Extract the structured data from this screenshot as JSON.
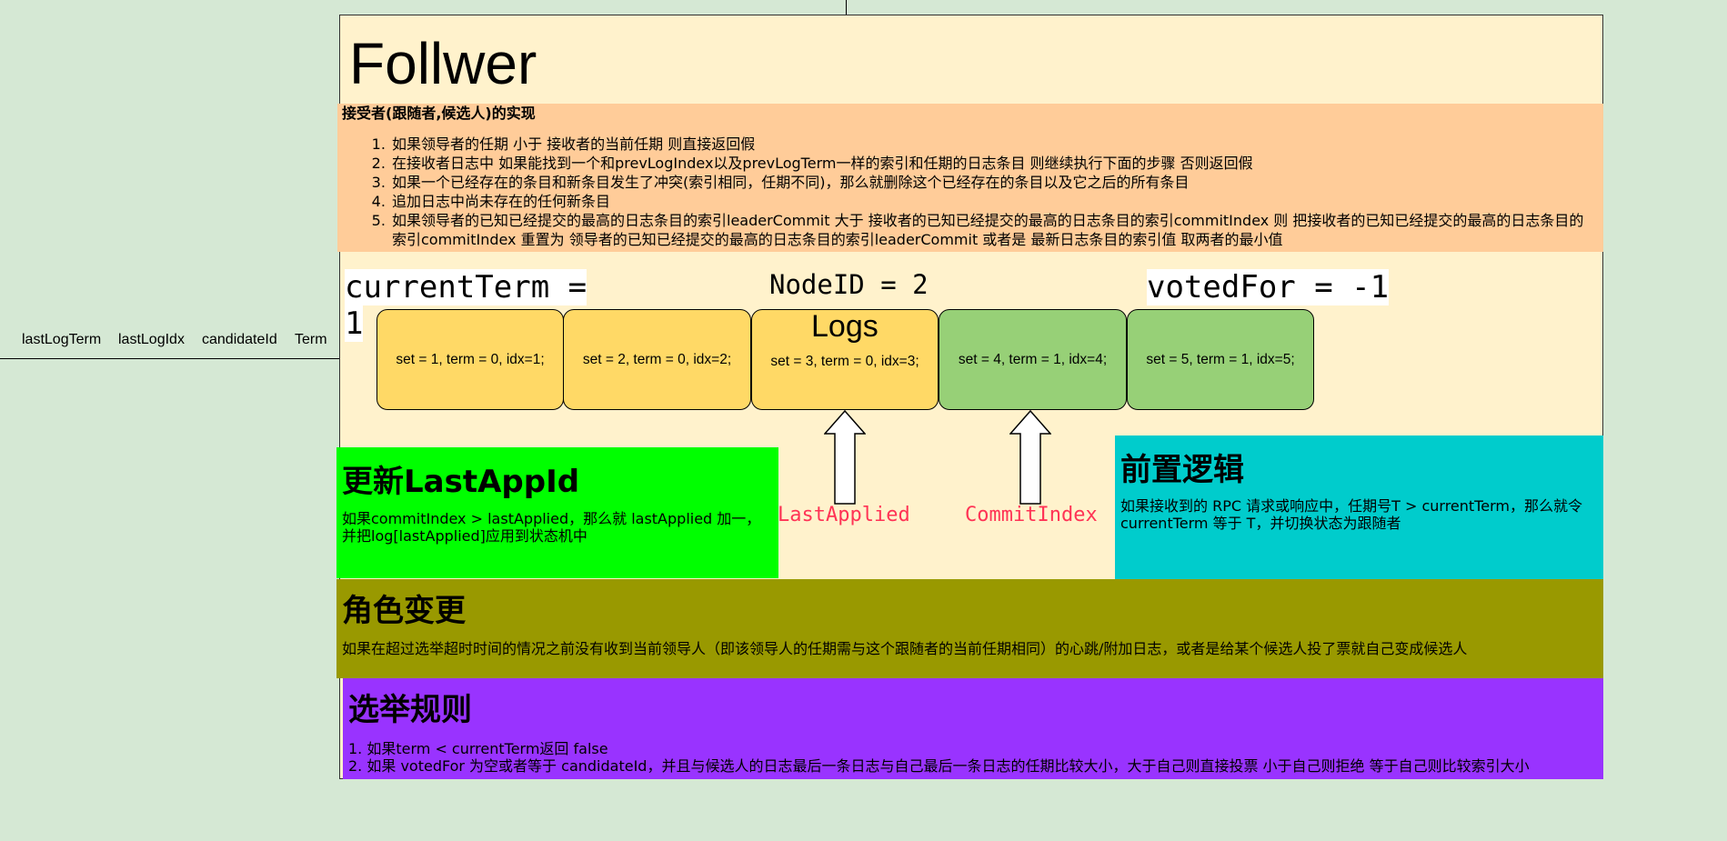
{
  "params": [
    "lastLogTerm",
    "lastLogIdx",
    "candidateId",
    "Term"
  ],
  "title": "Follwer",
  "rules": {
    "heading": "接受者(跟随者,候选人)的实现",
    "items": [
      "如果领导者的任期 小于 接收者的当前任期 则直接返回假",
      "在接收者日志中 如果能找到一个和prevLogIndex以及prevLogTerm一样的索引和任期的日志条目 则继续执行下面的步骤 否则返回假",
      "如果一个已经存在的条目和新条目发生了冲突(索引相同，任期不同)，那么就删除这个已经存在的条目以及它之后的所有条目",
      "追加日志中尚未存在的任何新条目",
      "如果领导者的已知已经提交的最高的日志条目的索引leaderCommit 大于 接收者的已知已经提交的最高的日志条目的索引commitIndex 则 把接收者的已知已经提交的最高的日志条目的索引commitIndex 重置为 领导者的已知已经提交的最高的日志条目的索引leaderCommit 或者是 最新日志条目的索引值 取两者的最小值"
    ]
  },
  "state": {
    "current_term": "currentTerm = ",
    "current_term_value": "1",
    "node_id": "NodeID = 2",
    "voted_for": "votedFor =  -1"
  },
  "logs": {
    "title": "Logs",
    "entries": [
      {
        "text": "set = 1, term = 0, idx=1;",
        "color": "#ffd966"
      },
      {
        "text": "set = 2, term = 0, idx=2;",
        "color": "#ffd966"
      },
      {
        "text": "set = 3, term = 0, idx=3;",
        "color": "#ffd966"
      },
      {
        "text": "set = 4, term = 1, idx=4;",
        "color": "#97d077"
      },
      {
        "text": "set = 5, term = 1, idx=5;",
        "color": "#97d077"
      }
    ]
  },
  "pointers": {
    "last_applied": "LastApplied",
    "commit_index": "CommitIndex"
  },
  "update_last_applied": {
    "heading": "更新LastAppId",
    "text": "如果commitIndex > lastApplied，那么就 lastApplied 加一，并把log[lastApplied]应用到状态机中"
  },
  "precondition": {
    "heading": "前置逻辑",
    "text": "如果接收到的 RPC 请求或响应中，任期号T > currentTerm，那么就令 currentTerm 等于 T，并切换状态为跟随者"
  },
  "role_change": {
    "heading": "角色变更",
    "text": "如果在超过选举超时时间的情况之前没有收到当前领导人（即该领导人的任期需与这个跟随者的当前任期相同）的心跳/附加日志，或者是给某个候选人投了票就自己变成候选人"
  },
  "election_rules": {
    "heading": "选举规则",
    "line1": "1. 如果term < currentTerm返回 false",
    "line2": "2. 如果 votedFor 为空或者等于 candidateId，并且与候选人的日志最后一条日志与自己最后一条日志的任期比较大小，大于自己则直接投票 小于自己则拒绝 等于自己则比较索引大小"
  },
  "colors": {
    "background": "#d5e8d4",
    "panel": "#fff2cc",
    "rules_box": "#ffcc99",
    "log_uncommitted": "#ffd966",
    "log_committed": "#97d077",
    "update_box": "#00ff00",
    "precondition_box": "#00cccc",
    "role_box": "#999900",
    "election_box": "#9933ff",
    "pointer_text": "#ff3355"
  }
}
